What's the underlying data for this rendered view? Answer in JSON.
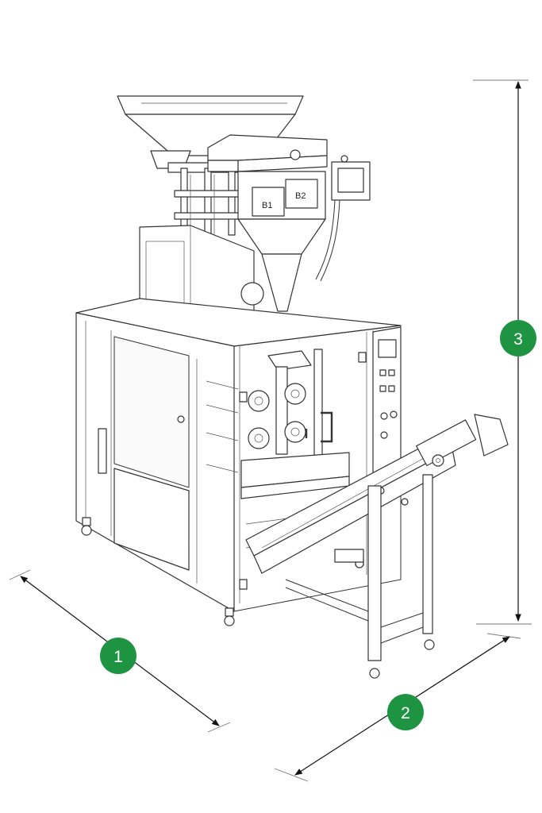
{
  "colors": {
    "badge": "#1e9443",
    "line": "#333333"
  },
  "machine": {
    "bucket_labels": [
      "B1",
      "B2"
    ]
  },
  "dimensions": [
    {
      "number": "1",
      "axis": "depth"
    },
    {
      "number": "2",
      "axis": "width"
    },
    {
      "number": "3",
      "axis": "height"
    }
  ]
}
